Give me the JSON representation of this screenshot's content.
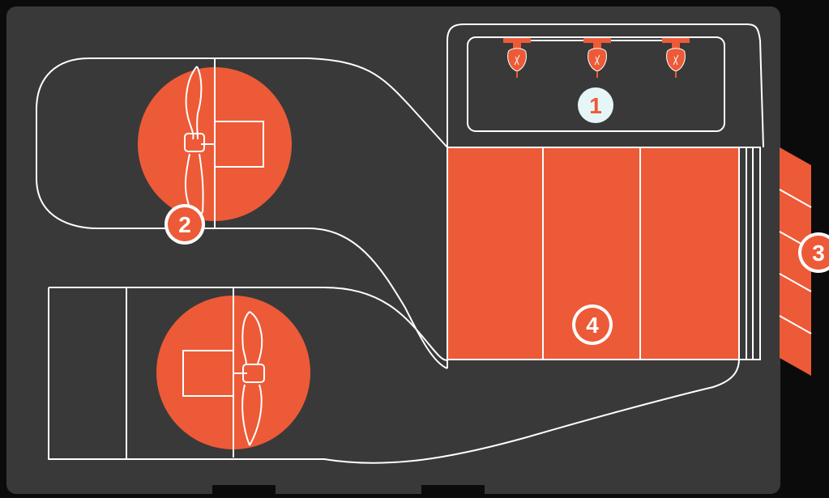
{
  "colors": {
    "background": "#0b0b0b",
    "panel": "#393939",
    "accent": "#ed5a37",
    "line": "#ffffff",
    "badge_light": "#e6f6f6",
    "badge_text_dark": "#ed5a37",
    "badge_text_light": "#ffffff"
  },
  "callouts": {
    "c1": "1",
    "c2": "2",
    "c3": "3",
    "c4": "4"
  },
  "icons": {
    "sprinkler": "sprinkler-nozzle-icon",
    "fan": "fan-blade-icon"
  }
}
